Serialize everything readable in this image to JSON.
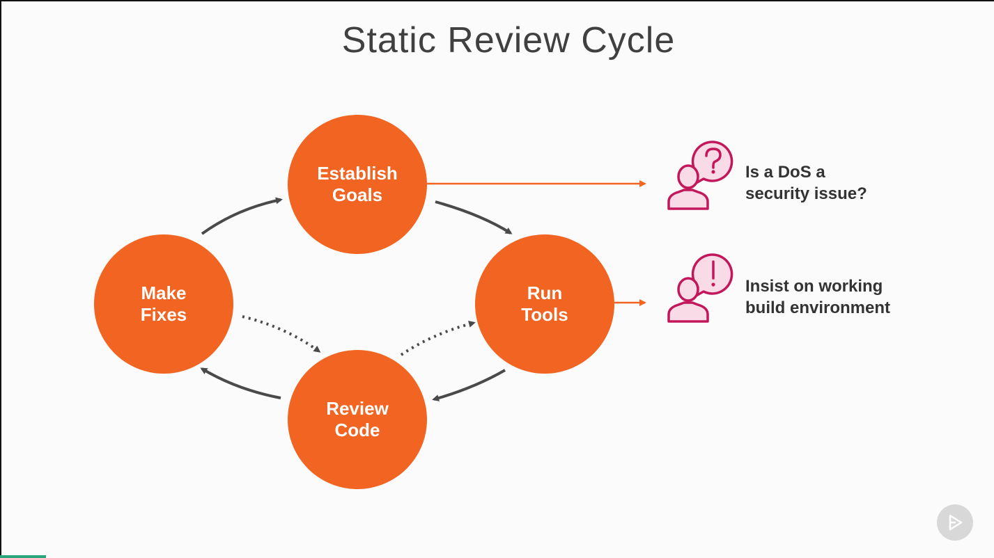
{
  "slide": {
    "title": "Static Review Cycle"
  },
  "nodes": {
    "establish_goals": "Establish\nGoals",
    "run_tools": "Run\nTools",
    "review_code": "Review\nCode",
    "make_fixes": "Make\nFixes"
  },
  "notes": [
    {
      "text": "Is a DoS a\nsecurity issue?",
      "icon": "person-question-icon"
    },
    {
      "text": "Insist on working\nbuild environment",
      "icon": "person-exclamation-icon"
    }
  ],
  "colors": {
    "node_fill": "#f26422",
    "arrow_gray": "#4a4a4a",
    "callout_arrow": "#f26422",
    "icon_stroke": "#c2185b",
    "icon_fill": "#f9dbe7"
  },
  "controls": {
    "play_icon": "play-icon"
  }
}
